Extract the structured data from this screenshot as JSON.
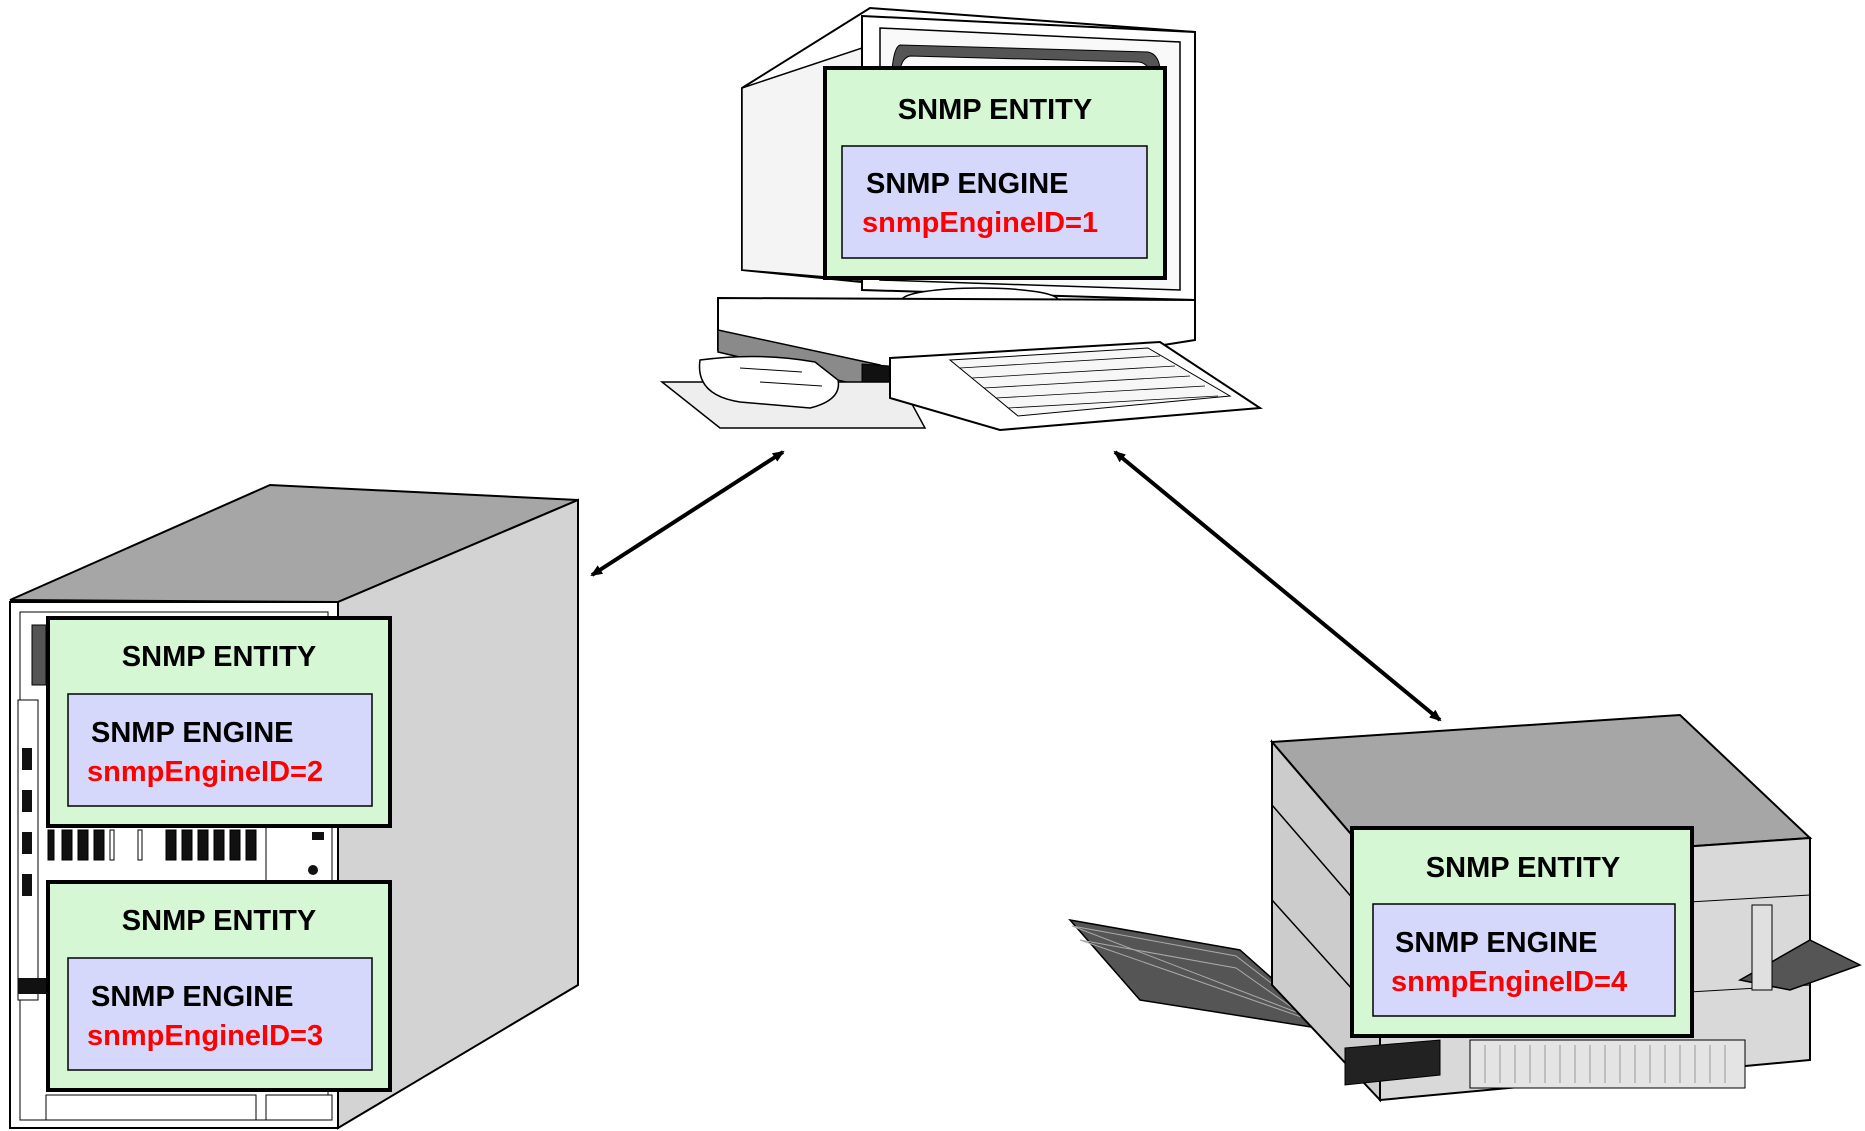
{
  "colors": {
    "entity_fill": "#d6f7d4",
    "engine_fill": "#d6d8fb",
    "engine_id_text": "#ff0000",
    "outline": "#000000"
  },
  "devices": [
    {
      "device": "workstation",
      "entity": {
        "label": "SNMP ENTITY",
        "engine": {
          "label": "SNMP ENGINE",
          "id_text": "snmpEngineID=1"
        }
      }
    },
    {
      "device": "server-rack",
      "entities": [
        {
          "label": "SNMP ENTITY",
          "engine": {
            "label": "SNMP ENGINE",
            "id_text": "snmpEngineID=2"
          }
        },
        {
          "label": "SNMP ENTITY",
          "engine": {
            "label": "SNMP ENGINE",
            "id_text": "snmpEngineID=3"
          }
        }
      ]
    },
    {
      "device": "printer",
      "entity": {
        "label": "SNMP ENTITY",
        "engine": {
          "label": "SNMP ENGINE",
          "id_text": "snmpEngineID=4"
        }
      }
    }
  ],
  "connections": [
    {
      "from": "workstation",
      "to": "server-rack",
      "bidirectional": true
    },
    {
      "from": "workstation",
      "to": "printer",
      "bidirectional": true
    }
  ]
}
